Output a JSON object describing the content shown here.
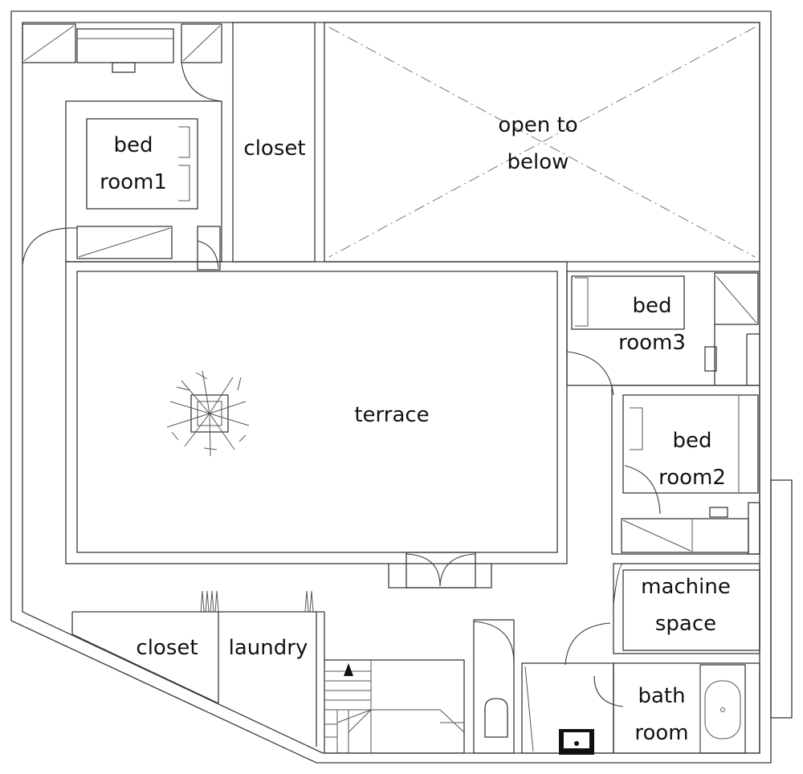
{
  "rooms": {
    "bedroom1": {
      "line1": "bed",
      "line2": "room1"
    },
    "closet_upper": {
      "label": "closet"
    },
    "open_to_below": {
      "line1": "open to",
      "line2": "below"
    },
    "bedroom3": {
      "line1": "bed",
      "line2": "room3"
    },
    "terrace": {
      "label": "terrace"
    },
    "bedroom2": {
      "line1": "bed",
      "line2": "room2"
    },
    "machine_space": {
      "line1": "machine",
      "line2": "space"
    },
    "closet_lower": {
      "label": "closet"
    },
    "laundry": {
      "label": "laundry"
    },
    "bathroom": {
      "line1": "bath",
      "line2": "room"
    }
  },
  "symbols": {
    "tree": "tree-icon",
    "stair_arrow": "up-arrow-icon",
    "toilet": "toilet-icon",
    "sink": "sink-icon",
    "bathtub": "bathtub-icon"
  }
}
